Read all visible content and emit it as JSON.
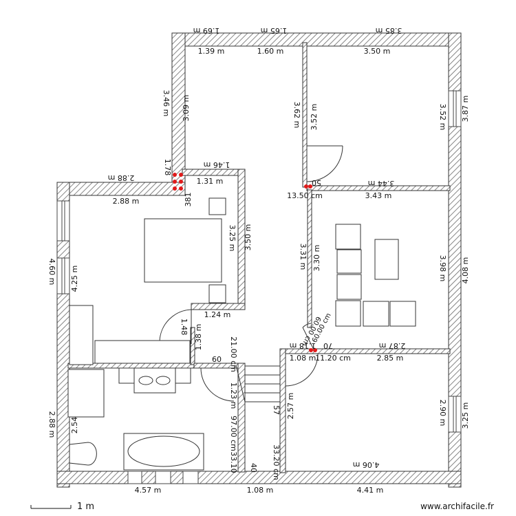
{
  "footer": {
    "scale_label": "1 m",
    "site": "www.archifacile.fr"
  },
  "labels": {
    "top_left_ext": "1.69 m",
    "top_mid_ext": "1.65 m",
    "top_right_ext": "3.85 m",
    "top_left_int": "1.39 m",
    "top_mid_int": "1.60 m",
    "top_right_int": "3.50 m",
    "left_corridor_ext": "3.46 m",
    "left_corridor_int": "3.09 m",
    "mid_left_wall": "3.62 m",
    "mid_right_wall": "3.52 m",
    "right_room_int": "3.52 m",
    "right_room_ext": "3.87 m",
    "alcove_ext": "1.46 m",
    "alcove_int": "1.31 m",
    "alcove_small_a": "1.78",
    "alcove_small_b": "381",
    "bedroom_top_ext": "2.88 m",
    "bedroom_top_int": "2.88 m",
    "bedroom_right_int": "3.25 m",
    "bedroom_right_ext": "3.50 m",
    "bedroom_left_ext": "4.60 m",
    "bedroom_left_int": "4.25 m",
    "bedroom_bottom": "1.24 m",
    "bedroom_door_a": "1.48",
    "bedroom_door_b": "1.38 m",
    "living_top_ext": "3.44 m",
    "living_top_int": "3.43 m",
    "living_top_gap": "13.50 cm",
    "living_top_small": "50",
    "living_left_ext": "3.31 m",
    "living_left_int": "3.30 m",
    "living_right_int": "3.98 m",
    "living_right_ext": "4.08 m",
    "diag_a": "60.00 cm",
    "diag_b": "60.00 cm",
    "mid_bottom_a": "1.18 m",
    "mid_bottom_b": "1.08 m",
    "mid_bottom_c": "11.20 cm",
    "mid_bottom_d": "70",
    "lower_right_top_ext": "2.87 m",
    "lower_right_top_int": "2.85 m",
    "lower_right_right_int": "2.90 m",
    "lower_right_right_ext": "3.25 m",
    "lower_right_left_int": "2.57 m",
    "lower_right_bottom_int": "4.06 m",
    "bath_left_ext": "2.88 m",
    "bath_left_int": "2.54",
    "bath_top": "60",
    "corridor_a": "21.00 cm",
    "corridor_b": "1.23 m",
    "corridor_c": "97.00 cm",
    "corridor_d": "33.10",
    "corridor_e": "33.20 cm",
    "corridor_f": "57",
    "corridor_g": "40",
    "bottom_left": "4.57 m",
    "bottom_mid": "1.08 m",
    "bottom_right": "4.41 m"
  }
}
